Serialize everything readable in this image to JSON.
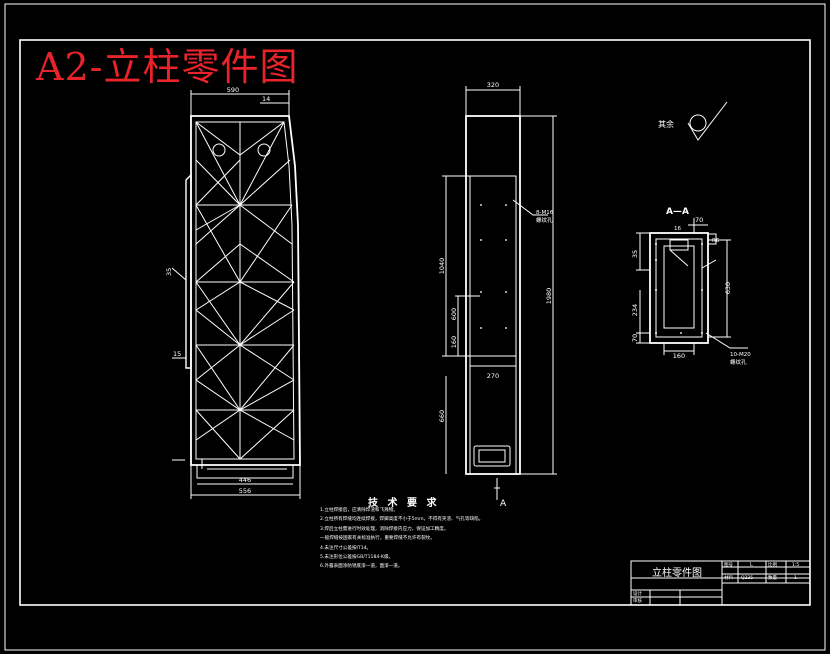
{
  "drawing": {
    "banner_title": "A2-立柱零件图",
    "colors": {
      "background": "#000000",
      "line": "#ffffff",
      "banner": "#e8232a"
    }
  },
  "front_view": {
    "dims": {
      "top_width": "590",
      "top_right": "14",
      "left_angle": "35",
      "left_mark": "15",
      "bottom_inner": "446",
      "bottom_outer": "556"
    }
  },
  "side_view": {
    "dims": {
      "width": "320",
      "total_height": "1980",
      "upper_height": "1040",
      "hole_span": "600",
      "hole_bottom": "160",
      "inner_width": "270",
      "lower_height": "660"
    },
    "hole_note": [
      "8-M16",
      "螺纹孔"
    ],
    "section_mark": "A"
  },
  "surface_finish": {
    "label": "其余"
  },
  "section_view": {
    "title": "A—A",
    "dims": {
      "top": "70",
      "left_top": "35",
      "right_small": "R6",
      "right_height": "630",
      "inner_height": "234",
      "bottom_left": "70",
      "bottom_width": "160",
      "top_slot": "16"
    },
    "hole_note": [
      "10-M20",
      "螺纹孔"
    ]
  },
  "tech_requirements": {
    "title": "技 术 要 求",
    "items": [
      "1.立柱焊接后，应清除焊渣和飞溅物。",
      "2.立柱所有焊缝均连续焊接，焊脚高度不小于5mm，不得有夹渣、气孔等缺陷。",
      "3.焊后立柱需进行时效处理，消除焊接内应力，保证加工精度。",
      "一般焊缝按国家有关标准执行，重要焊缝不允许有裂纹。",
      "4.未注尺寸公差按IT14。",
      "5.未注形位公差按GB/T1184-K级。",
      "6.外露表面涂防锈底漆一道，面漆一道。"
    ]
  },
  "title_block": {
    "name": "立柱零件图",
    "cells": {
      "r1a": "图号",
      "r1b": "L",
      "r1c": "比例",
      "r1d": "1:5",
      "r2a": "材料",
      "r2b": "Q235",
      "r2c": "数量",
      "r2d": "1",
      "designer": "设计",
      "checker": "审核"
    }
  }
}
